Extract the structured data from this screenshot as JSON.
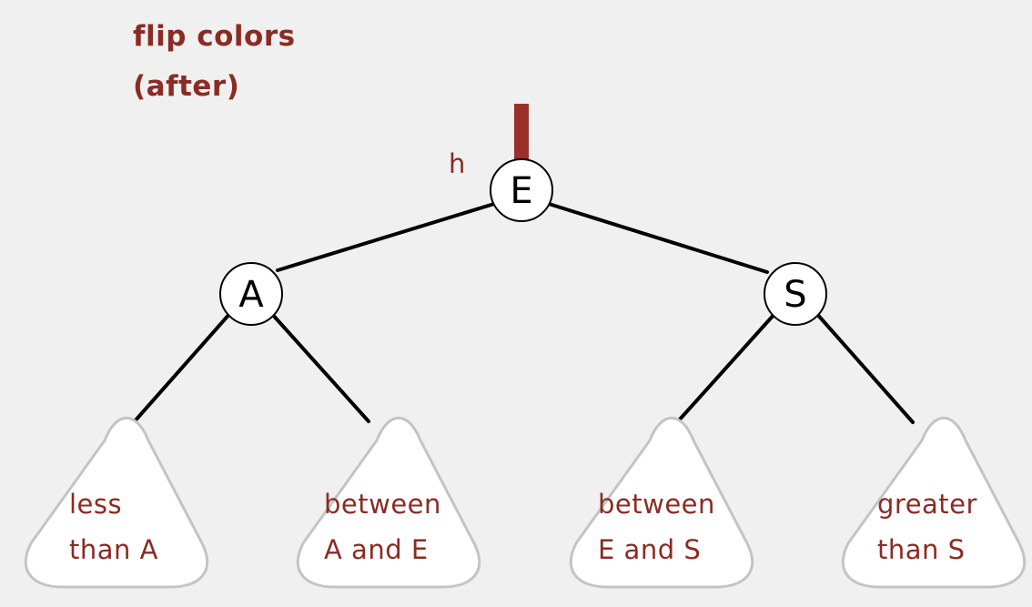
{
  "title": {
    "line1": "flip colors",
    "line2": "(after)"
  },
  "pointer_label": "h",
  "nodes": {
    "root": "E",
    "left": "A",
    "right": "S"
  },
  "subtrees": [
    {
      "line1": "less",
      "line2": "than A"
    },
    {
      "line1": "between",
      "line2": "A and E"
    },
    {
      "line1": "between",
      "line2": "E and S"
    },
    {
      "line1": "greater",
      "line2": "than S"
    }
  ],
  "colors": {
    "label": "#8b2b24",
    "red_link": "#99302a",
    "black_link": "#000000",
    "node_fill": "#ffffff",
    "subtree_stroke": "#c4c4c4",
    "background": "#f0f0f0"
  }
}
